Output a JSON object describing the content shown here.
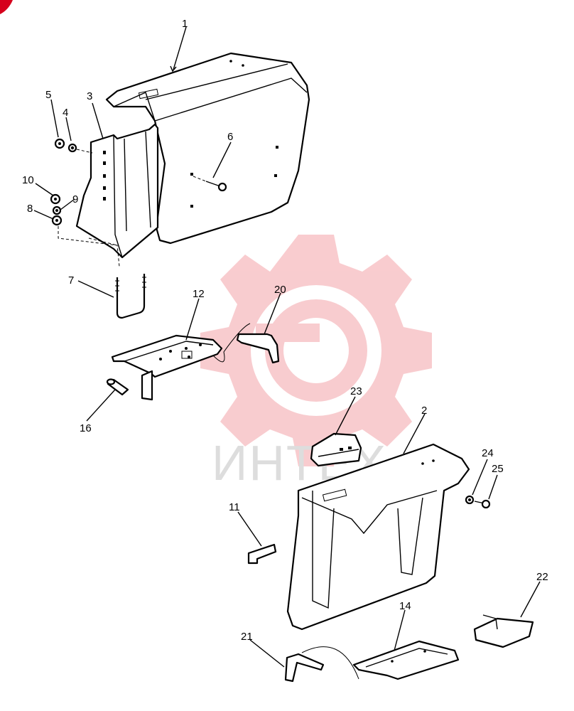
{
  "watermark": {
    "text": "ИНТЕХ",
    "color": "#f4a3a8",
    "text_color": "#dddddd"
  },
  "corner_mark_color": "#d6001c",
  "callouts": [
    {
      "id": "c1",
      "text": "1"
    },
    {
      "id": "c2",
      "text": "2"
    },
    {
      "id": "c3",
      "text": "3"
    },
    {
      "id": "c4",
      "text": "4"
    },
    {
      "id": "c5",
      "text": "5"
    },
    {
      "id": "c6",
      "text": "6"
    },
    {
      "id": "c7",
      "text": "7"
    },
    {
      "id": "c8",
      "text": "8"
    },
    {
      "id": "c9",
      "text": "9"
    },
    {
      "id": "c10",
      "text": "10"
    },
    {
      "id": "c11",
      "text": "11"
    },
    {
      "id": "c12",
      "text": "12"
    },
    {
      "id": "c14",
      "text": "14"
    },
    {
      "id": "c16",
      "text": "16"
    },
    {
      "id": "c20",
      "text": "20"
    },
    {
      "id": "c21",
      "text": "21"
    },
    {
      "id": "c22",
      "text": "22"
    },
    {
      "id": "c23",
      "text": "23"
    },
    {
      "id": "c24",
      "text": "24"
    },
    {
      "id": "c25",
      "text": "25"
    }
  ]
}
